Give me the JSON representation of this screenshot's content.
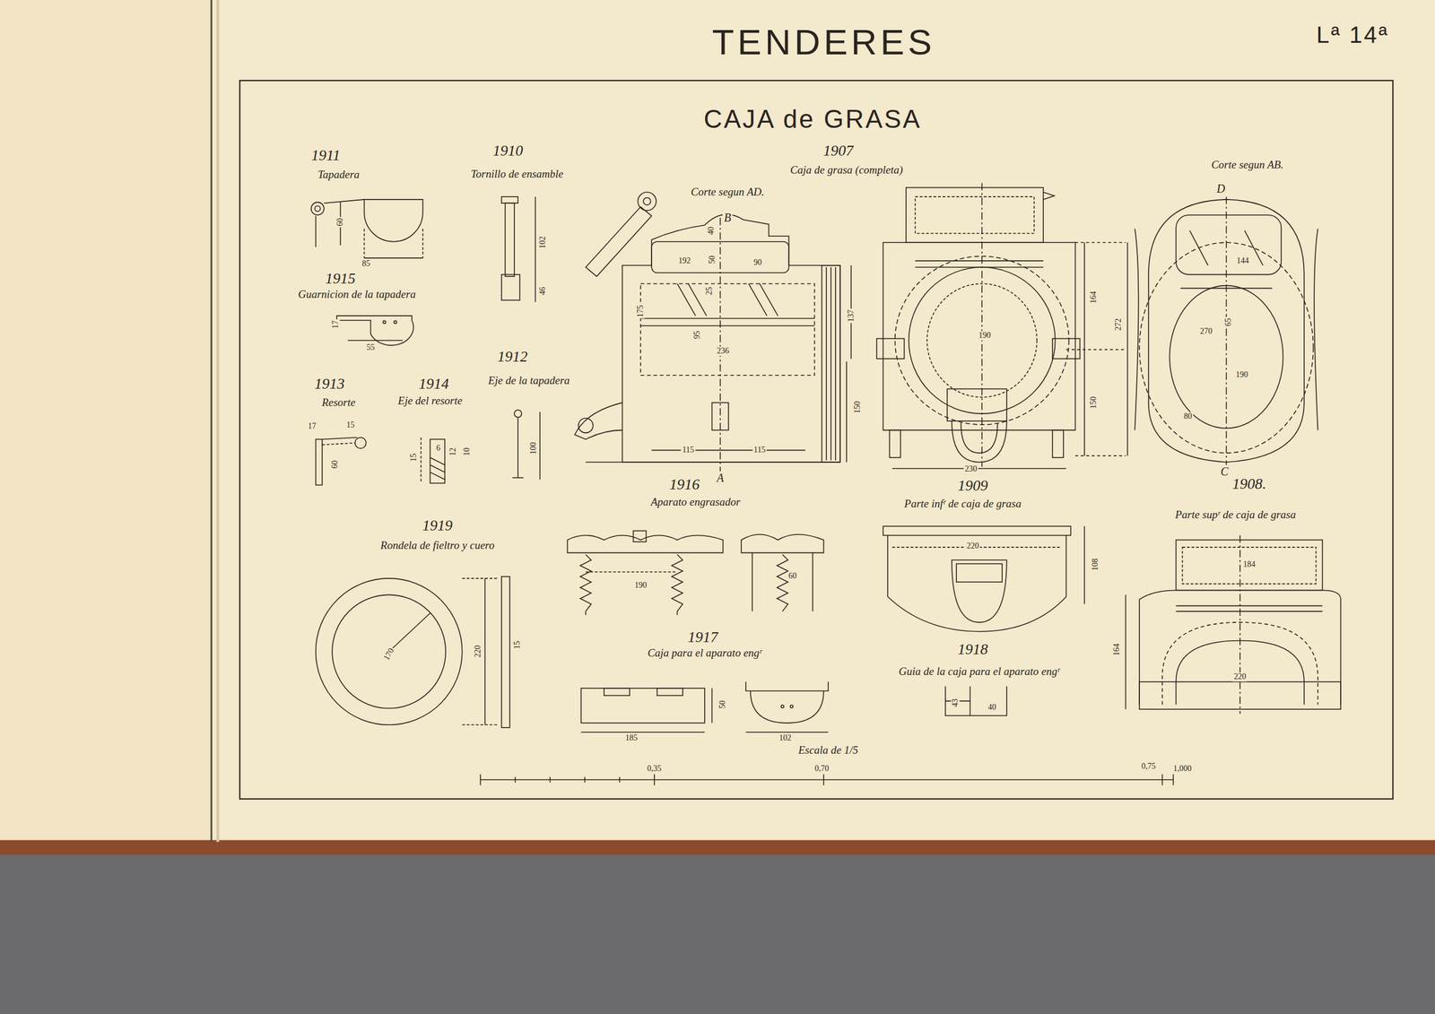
{
  "diagram": {
    "title": "TENDERES",
    "labels": [
      "Lª 14ª",
      "CAJA de GRASA",
      "1911",
      "Tapadera",
      "1910",
      "Tornillo de ensamble",
      "1907",
      "Caja de grasa (completa)",
      "Corte segun AD.",
      "Corte segun AB.",
      "60",
      "85",
      "1915",
      "Guarnicion de la tapadera",
      "102",
      "46",
      "17",
      "55",
      "1912",
      "Eje de la tapadera",
      "1913",
      "Resorte",
      "1914",
      "Eje del resorte",
      "17",
      "15",
      "60",
      "15",
      "6",
      "12",
      "10",
      "100",
      "192",
      "50",
      "90",
      "25",
      "40",
      "175",
      "95",
      "236",
      "137",
      "115",
      "115",
      "150",
      "A",
      "B",
      "1916",
      "Aparato engrasador",
      "164",
      "190",
      "150",
      "230",
      "1909",
      "Parte infʳ de caja de grasa",
      "D",
      "144",
      "272",
      "270",
      "65",
      "190",
      "80",
      "C",
      "1908.",
      "Parte supʳ de caja de grasa",
      "1919",
      "Rondela de fieltro y cuero",
      "170",
      "220",
      "15",
      "190",
      "60",
      "1917",
      "Caja para el aparato engʳ",
      "50",
      "185",
      "102",
      "220",
      "108",
      "1918",
      "Guia de la caja para el aparato engʳ",
      "43",
      "40",
      "184",
      "164",
      "220",
      "Escala de 1/5",
      "0,35",
      "0,70",
      "0,75",
      "1,000"
    ]
  }
}
